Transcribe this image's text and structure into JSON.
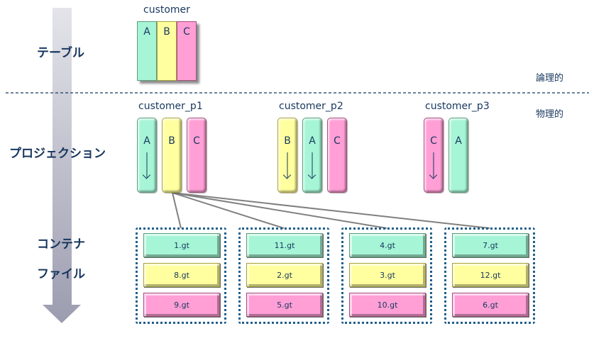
{
  "colors": {
    "green": "#a6f5d6",
    "yellow": "#ffff9f",
    "pink": "#ff9fd6",
    "text": "#17375e",
    "container_border": "#1f5f8b",
    "flow_arrow": "#b8b8c8"
  },
  "stages": {
    "table": "テーブル",
    "projection": "プロジェクション",
    "container": "コンテナ",
    "file": "ファイル"
  },
  "layers": {
    "logical": "論理的",
    "physical": "物理的"
  },
  "table": {
    "name": "customer",
    "columns": [
      {
        "label": "A",
        "color": "green"
      },
      {
        "label": "B",
        "color": "yellow"
      },
      {
        "label": "C",
        "color": "pink"
      }
    ]
  },
  "projections": [
    {
      "name": "customer_p1",
      "columns": [
        {
          "label": "A",
          "color": "green",
          "sorted": true
        },
        {
          "label": "B",
          "color": "yellow",
          "sorted": false
        },
        {
          "label": "C",
          "color": "pink",
          "sorted": false
        }
      ]
    },
    {
      "name": "customer_p2",
      "columns": [
        {
          "label": "B",
          "color": "yellow",
          "sorted": true
        },
        {
          "label": "A",
          "color": "green",
          "sorted": true
        },
        {
          "label": "C",
          "color": "pink",
          "sorted": false
        }
      ]
    },
    {
      "name": "customer_p3",
      "columns": [
        {
          "label": "C",
          "color": "pink",
          "sorted": true
        },
        {
          "label": "A",
          "color": "green",
          "sorted": false
        }
      ]
    }
  ],
  "containers": [
    {
      "files": [
        "1.gt",
        "8.gt",
        "9.gt"
      ]
    },
    {
      "files": [
        "11.gt",
        "2.gt",
        "5.gt"
      ]
    },
    {
      "files": [
        "4.gt",
        "3.gt",
        "10.gt"
      ]
    },
    {
      "files": [
        "7.gt",
        "12.gt",
        "6.gt"
      ]
    }
  ]
}
